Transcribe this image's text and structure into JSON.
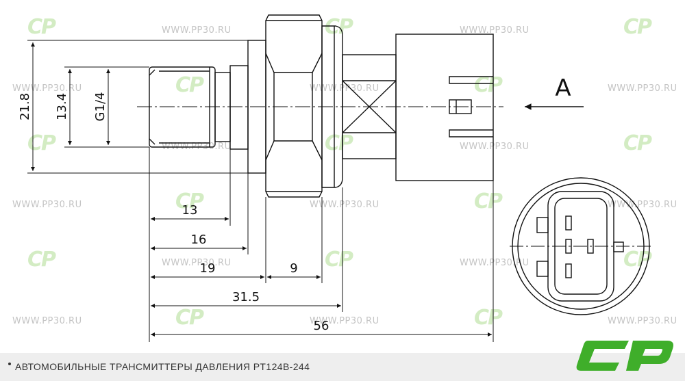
{
  "watermark": {
    "site": "WWW.PP30.RU",
    "logo_text": "CP"
  },
  "drawing": {
    "view_arrow_label": "A",
    "dimensions": {
      "overall_height": "21.8",
      "thread_height": "13.4",
      "thread_spec": "G1/4",
      "d13": "13",
      "d16": "16",
      "d19": "19",
      "d9": "9",
      "d31_5": "31.5",
      "d56": "56"
    }
  },
  "footer": {
    "title": "АВТОМОБИЛЬНЫЕ ТРАНСМИТТЕРЫ ДАВЛЕНИЯ  PT124B-244"
  },
  "colors": {
    "brand_green": "#3fae2a",
    "line": "#111111",
    "footer_bg": "#eeeeee"
  }
}
